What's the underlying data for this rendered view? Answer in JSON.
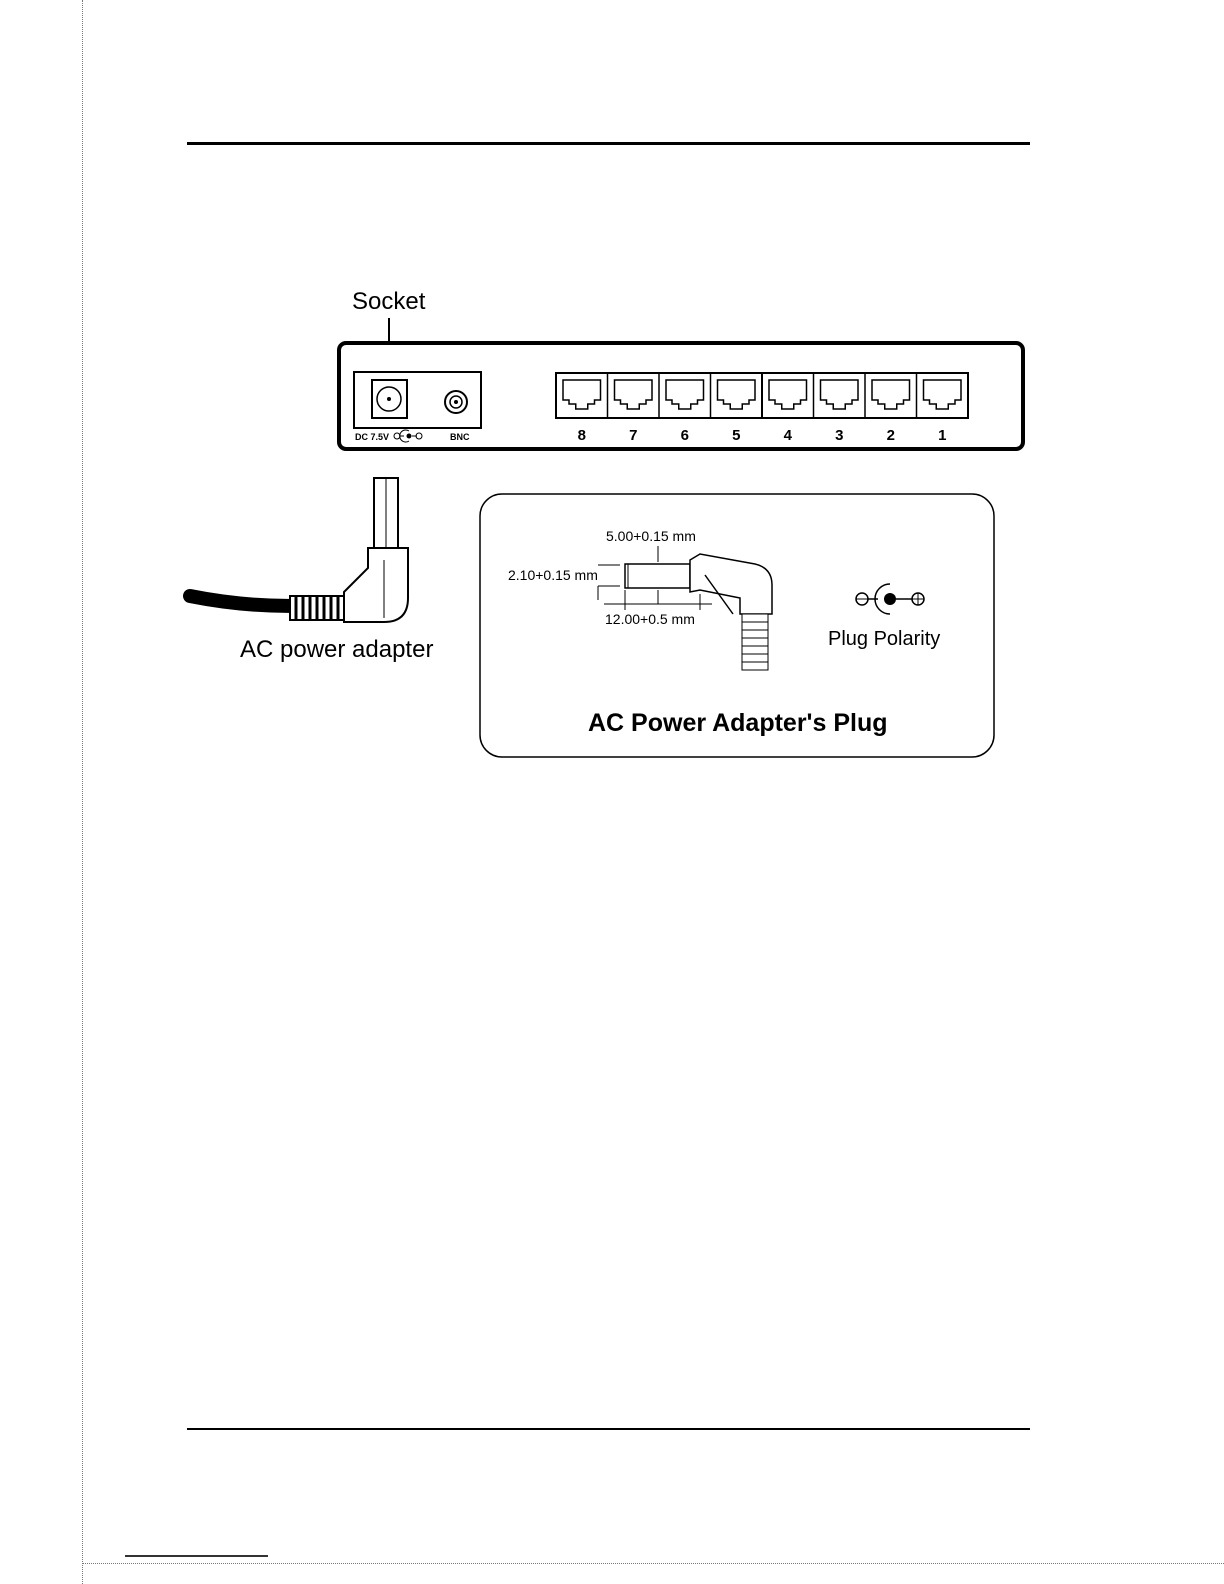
{
  "diagram": {
    "socket_label": "Socket",
    "dc_label": "DC 7.5V",
    "bnc_label": "BNC",
    "port_numbers": [
      "8",
      "7",
      "6",
      "5",
      "4",
      "3",
      "2",
      "1"
    ],
    "adapter_label": "AC power adapter",
    "plug_box": {
      "dim_outer": "5.00+0.15 mm",
      "dim_inner": "2.10+0.15 mm",
      "dim_length": "12.00+0.5 mm",
      "polarity_label": "Plug Polarity",
      "title": "AC Power Adapter's Plug"
    }
  }
}
